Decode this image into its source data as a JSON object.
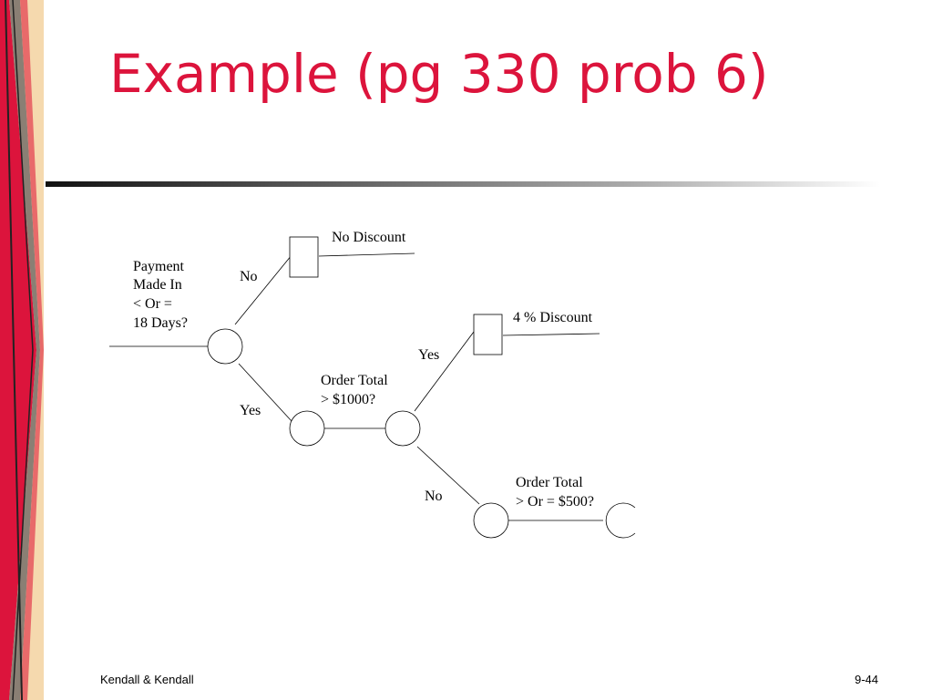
{
  "slide": {
    "title": "Example (pg 330 prob 6)",
    "footer_left": "Kendall & Kendall",
    "footer_right": "9-44",
    "accent_color": "#dc143c"
  },
  "diagram": {
    "decisions": {
      "payment": [
        "Payment",
        "Made In",
        "< Or =",
        "18 Days?"
      ],
      "order_1000": [
        "Order Total",
        "> $1000?"
      ],
      "order_500": [
        "Order Total",
        "> Or = $500?"
      ]
    },
    "actions": {
      "no_discount": "No Discount",
      "four_percent": "4 % Discount"
    },
    "branches": {
      "payment_no": "No",
      "payment_yes": "Yes",
      "order_yes": "Yes",
      "order_no": "No"
    }
  }
}
